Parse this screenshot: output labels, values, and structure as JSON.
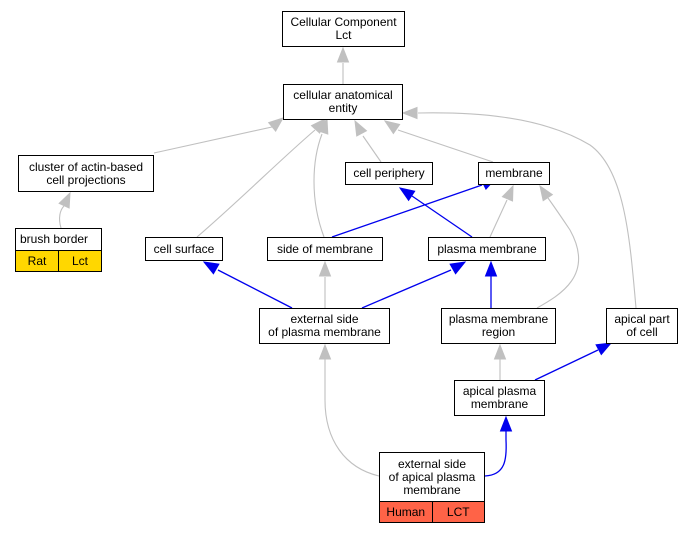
{
  "nodes": {
    "cellular_component": "Cellular Component\nLct",
    "cellular_anatomical_entity": "cellular anatomical\nentity",
    "cluster_actin": "cluster of actin-based\ncell projections",
    "cell_periphery": "cell periphery",
    "membrane": "membrane",
    "brush_border": "brush border",
    "cell_surface": "cell surface",
    "side_of_membrane": "side of membrane",
    "plasma_membrane": "plasma membrane",
    "external_side_pm": "external side\nof plasma membrane",
    "plasma_membrane_region": "plasma membrane\nregion",
    "apical_part": "apical part\nof cell",
    "apical_plasma_membrane": "apical plasma\nmembrane",
    "external_side_apical": "external side\nof apical plasma\nmembrane"
  },
  "annotations": {
    "brush_border": {
      "species": "Rat",
      "gene": "Lct",
      "color": "#ffd700"
    },
    "external_side_apical": {
      "species": "Human",
      "gene": "LCT",
      "color": "#ff6347"
    }
  },
  "edges": [
    {
      "from": "cellular_anatomical_entity",
      "to": "cellular_component",
      "type": "is_a"
    },
    {
      "from": "cluster_actin",
      "to": "cellular_anatomical_entity",
      "type": "is_a"
    },
    {
      "from": "cell_periphery",
      "to": "cellular_anatomical_entity",
      "type": "is_a"
    },
    {
      "from": "membrane",
      "to": "cellular_anatomical_entity",
      "type": "is_a"
    },
    {
      "from": "cell_surface",
      "to": "cellular_anatomical_entity",
      "type": "is_a"
    },
    {
      "from": "side_of_membrane",
      "to": "cellular_anatomical_entity",
      "type": "is_a"
    },
    {
      "from": "apical_part",
      "to": "cellular_anatomical_entity",
      "type": "is_a"
    },
    {
      "from": "brush_border",
      "to": "cluster_actin",
      "type": "is_a"
    },
    {
      "from": "side_of_membrane",
      "to": "membrane",
      "type": "part_of"
    },
    {
      "from": "plasma_membrane",
      "to": "cell_periphery",
      "type": "part_of"
    },
    {
      "from": "plasma_membrane",
      "to": "membrane",
      "type": "is_a"
    },
    {
      "from": "plasma_membrane_region",
      "to": "membrane",
      "type": "is_a"
    },
    {
      "from": "external_side_pm",
      "to": "cell_surface",
      "type": "part_of"
    },
    {
      "from": "external_side_pm",
      "to": "side_of_membrane",
      "type": "is_a"
    },
    {
      "from": "external_side_pm",
      "to": "plasma_membrane",
      "type": "part_of"
    },
    {
      "from": "plasma_membrane_region",
      "to": "plasma_membrane",
      "type": "part_of"
    },
    {
      "from": "apical_plasma_membrane",
      "to": "plasma_membrane_region",
      "type": "is_a"
    },
    {
      "from": "apical_plasma_membrane",
      "to": "apical_part",
      "type": "part_of"
    },
    {
      "from": "external_side_apical",
      "to": "external_side_pm",
      "type": "is_a"
    },
    {
      "from": "external_side_apical",
      "to": "apical_plasma_membrane",
      "type": "part_of"
    }
  ],
  "edge_colors": {
    "is_a": "#c0c0c0",
    "part_of": "#0000ee"
  }
}
